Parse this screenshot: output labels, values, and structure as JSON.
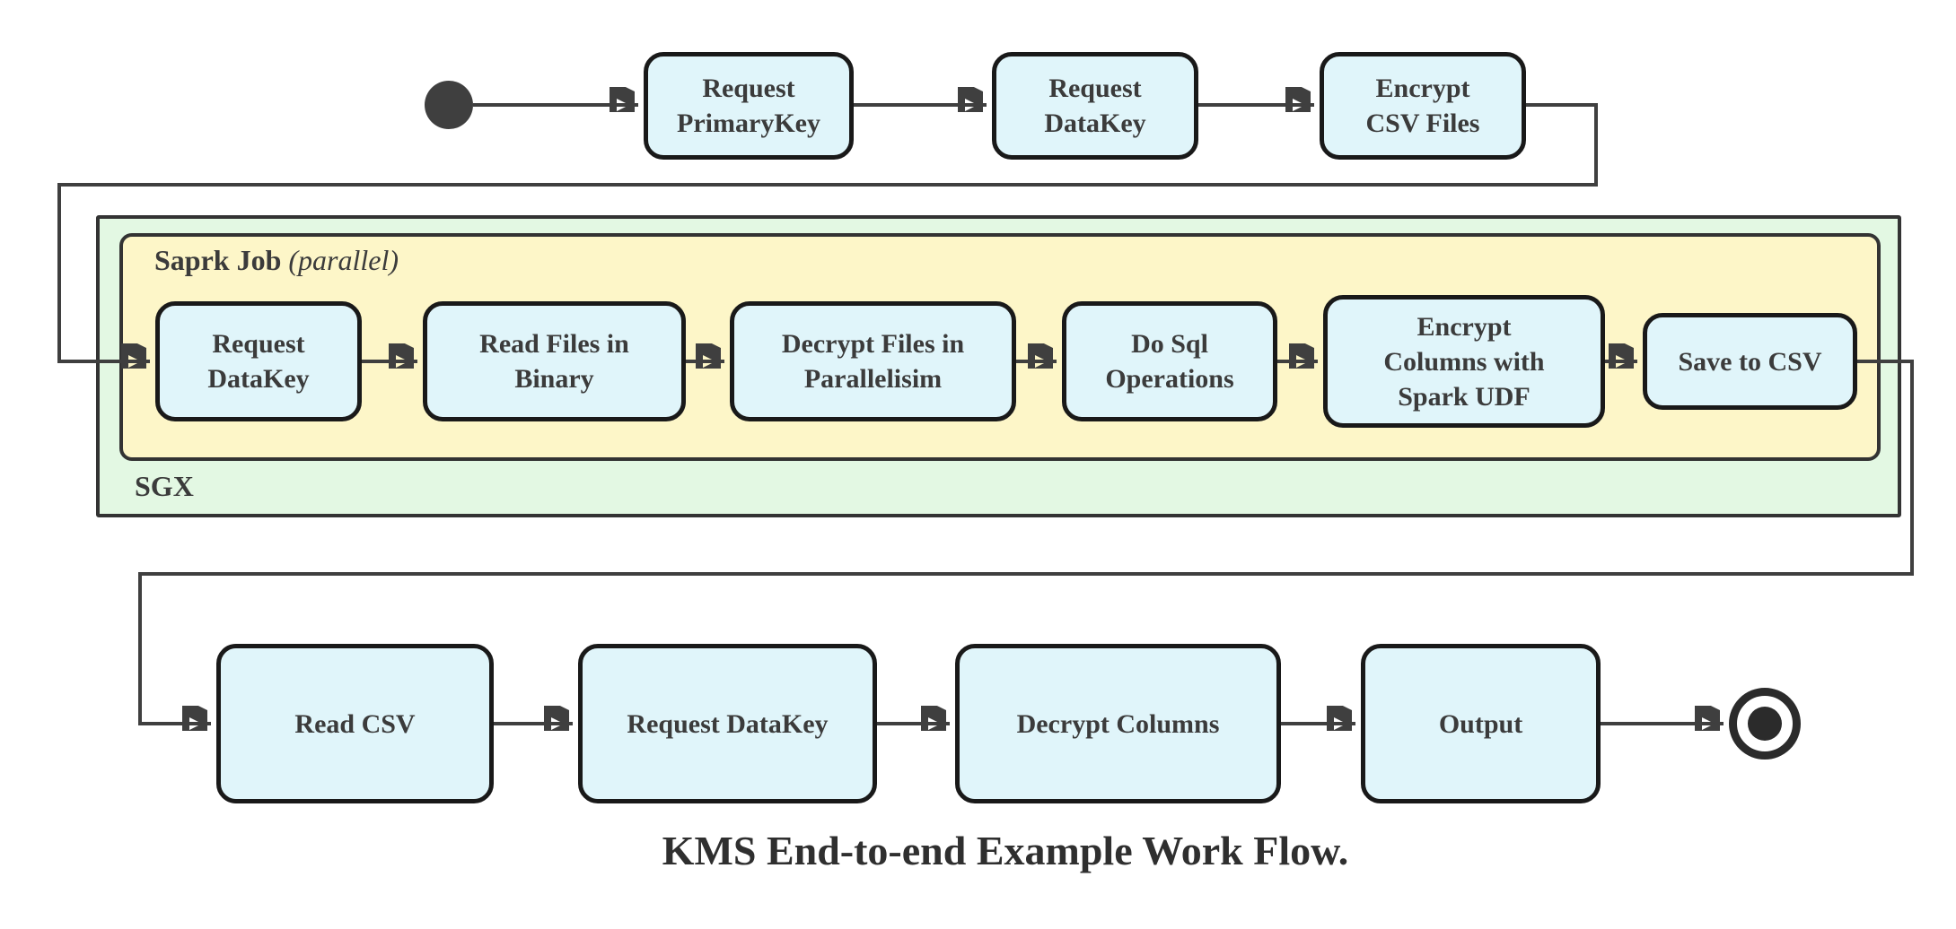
{
  "diagram": {
    "caption": "KMS End-to-end Example Work Flow.",
    "containers": {
      "sgx": {
        "label": "SGX"
      },
      "spark_job": {
        "label_bold": "Saprk Job",
        "label_italic": "(parallel)"
      }
    },
    "top_row": [
      {
        "label": "Request\nPrimaryKey"
      },
      {
        "label": "Request\nDataKey"
      },
      {
        "label": "Encrypt\nCSV Files"
      }
    ],
    "middle_row": [
      {
        "label": "Request\nDataKey"
      },
      {
        "label": "Read Files in\nBinary"
      },
      {
        "label": "Decrypt Files in\nParallelisim"
      },
      {
        "label": "Do Sql\nOperations"
      },
      {
        "label": "Encrypt\nColumns with\nSpark UDF"
      },
      {
        "label": "Save to CSV"
      }
    ],
    "bottom_row": [
      {
        "label": "Read CSV"
      },
      {
        "label": "Request DataKey"
      },
      {
        "label": "Decrypt Columns"
      },
      {
        "label": "Output"
      }
    ]
  },
  "colors": {
    "node_fill": "#e0f5fa",
    "node_border": "#191919",
    "sgx_fill": "#e3f8e3",
    "spark_fill": "#fdf6c8",
    "line": "#3f3f3f",
    "border_dark": "#333333",
    "text": "#3b3b3b"
  }
}
